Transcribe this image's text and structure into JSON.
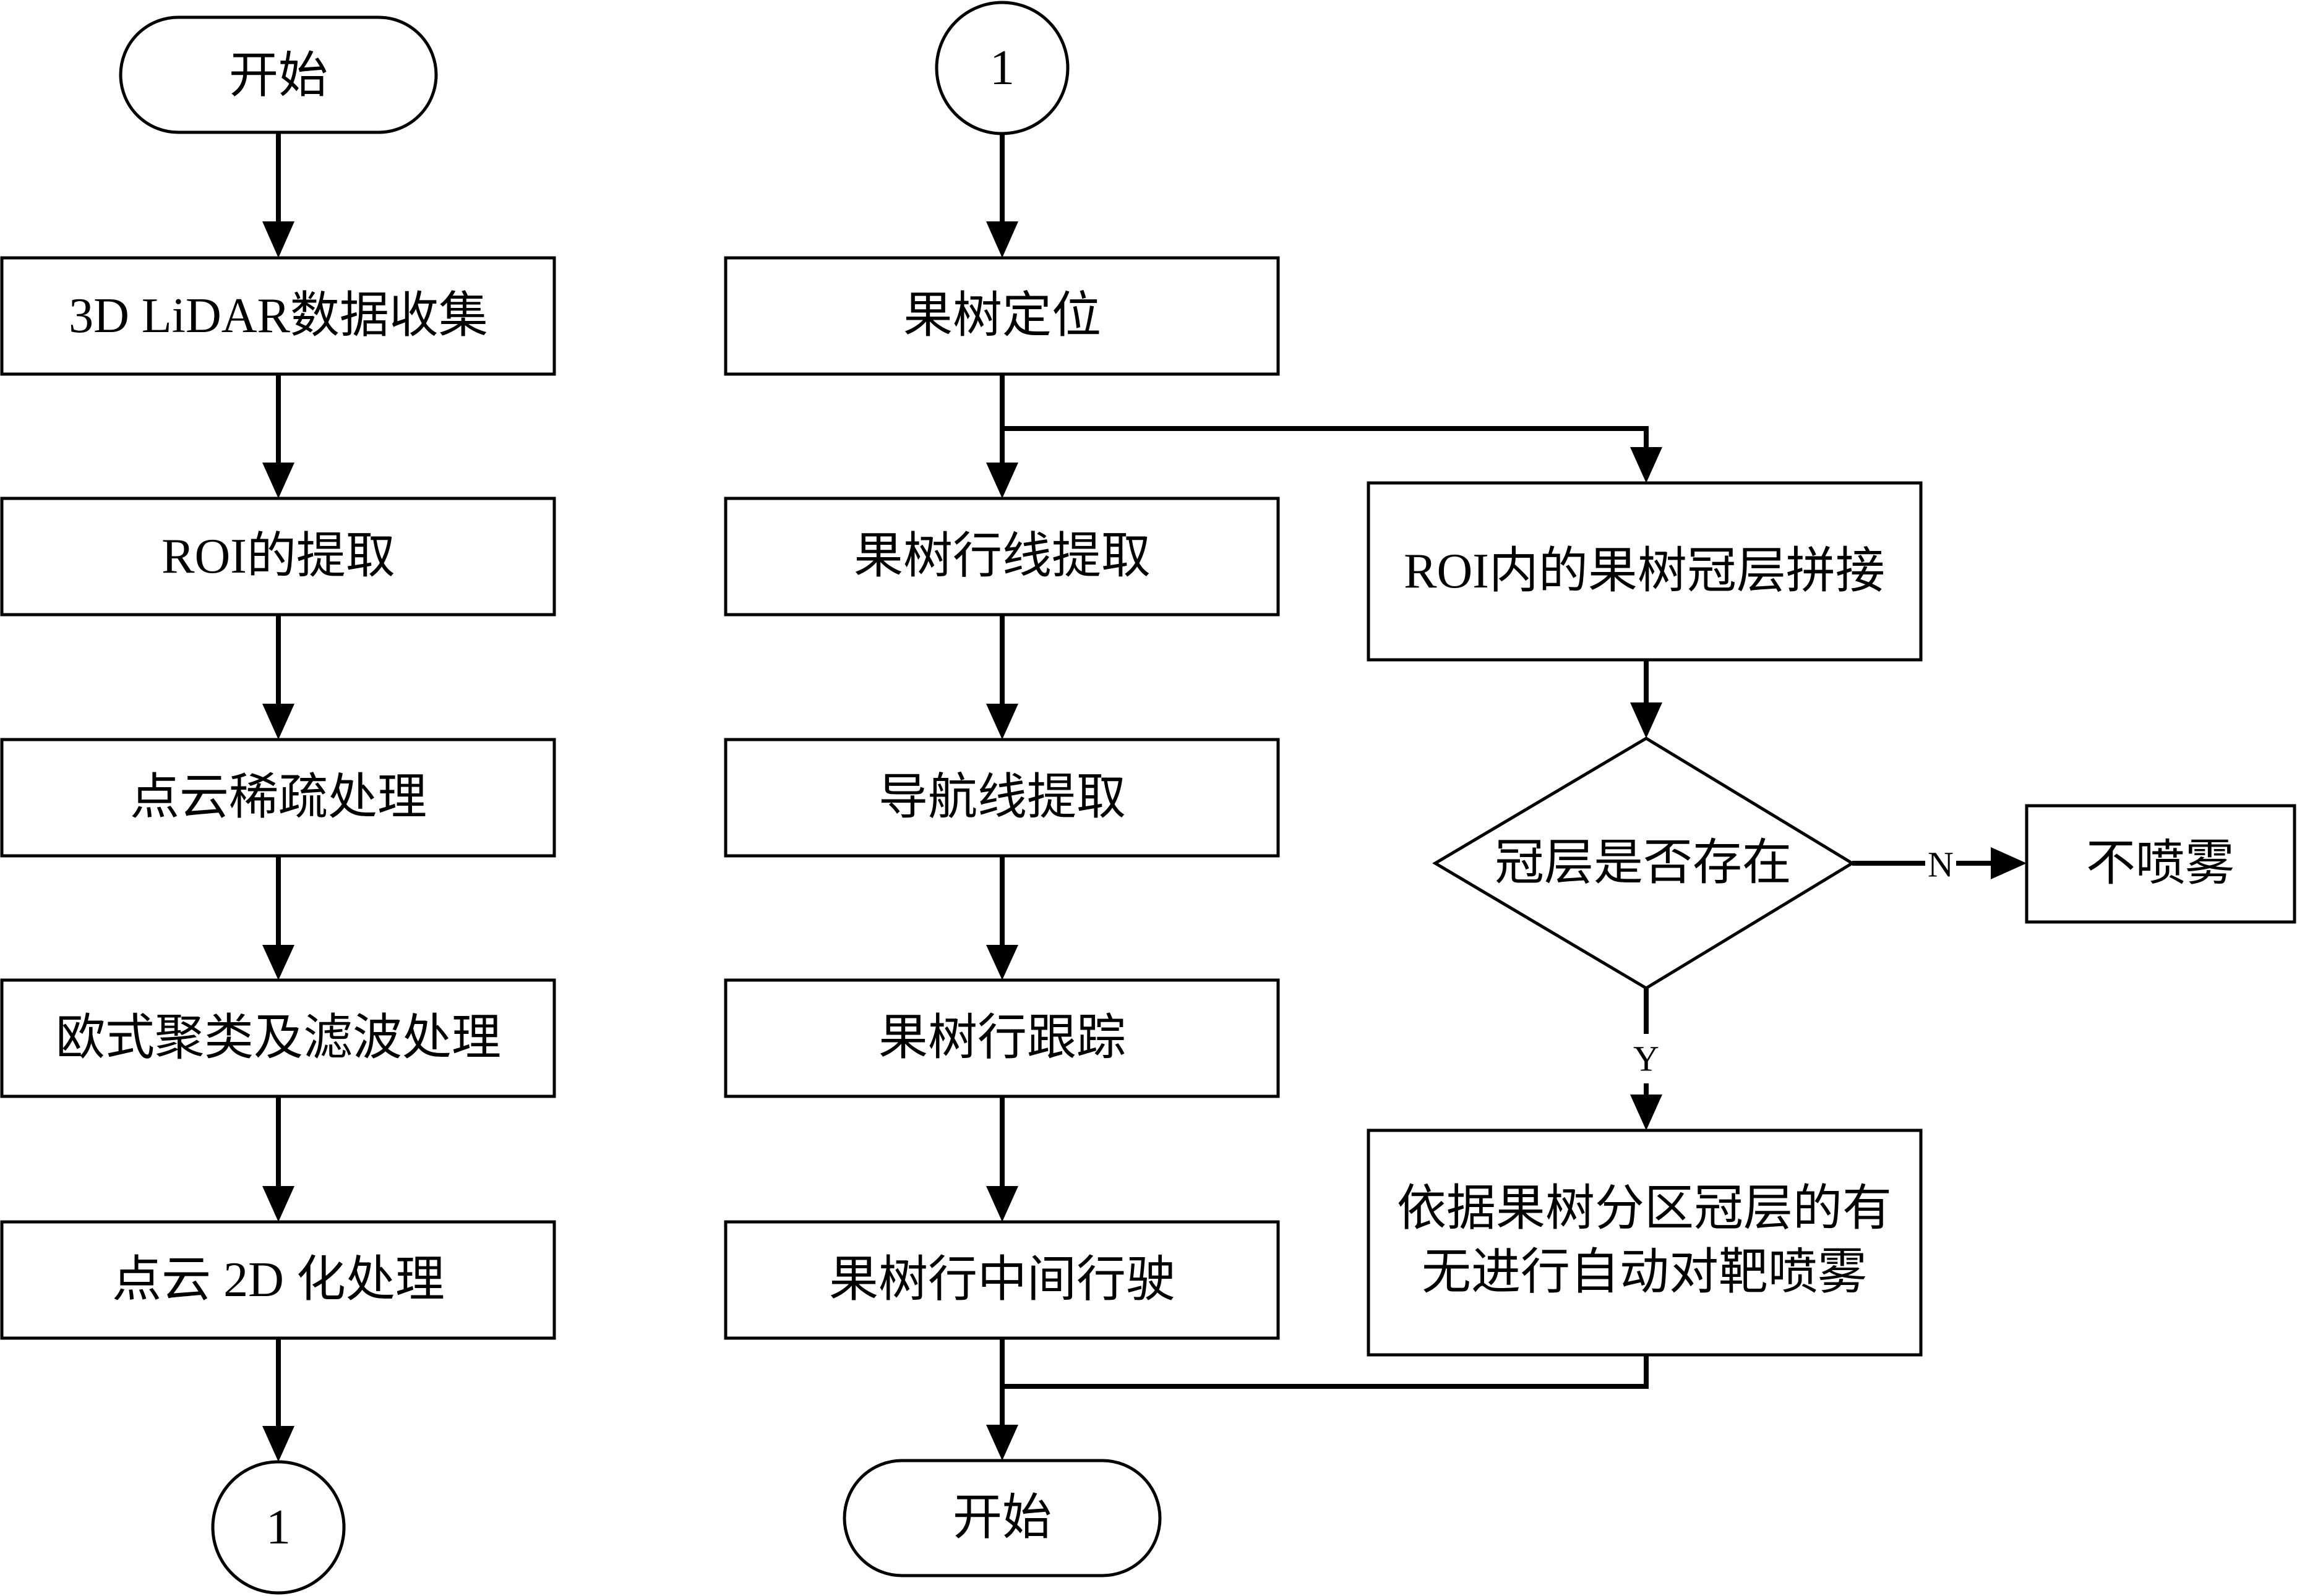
{
  "left_column": {
    "start": "开始",
    "step1": "3D LiDAR数据收集",
    "step2": "ROI的提取",
    "step3": "点云稀疏处理",
    "step4": "欧式聚类及滤波处理",
    "step5": "点云 2D 化处理",
    "connector": "1"
  },
  "middle_column": {
    "connector": "1",
    "step1": "果树定位",
    "step2": "果树行线提取",
    "step3": "导航线提取",
    "step4": "果树行跟踪",
    "step5": "果树行中间行驶",
    "end": "开始"
  },
  "right_column": {
    "stitch": "ROI内的果树冠层拼接",
    "decision": "冠层是否存在",
    "no_label": "N",
    "yes_label": "Y",
    "no_action": "不喷雾",
    "yes_action_line1": "依据果树分区冠层的有",
    "yes_action_line2": "无进行自动对靶喷雾"
  }
}
